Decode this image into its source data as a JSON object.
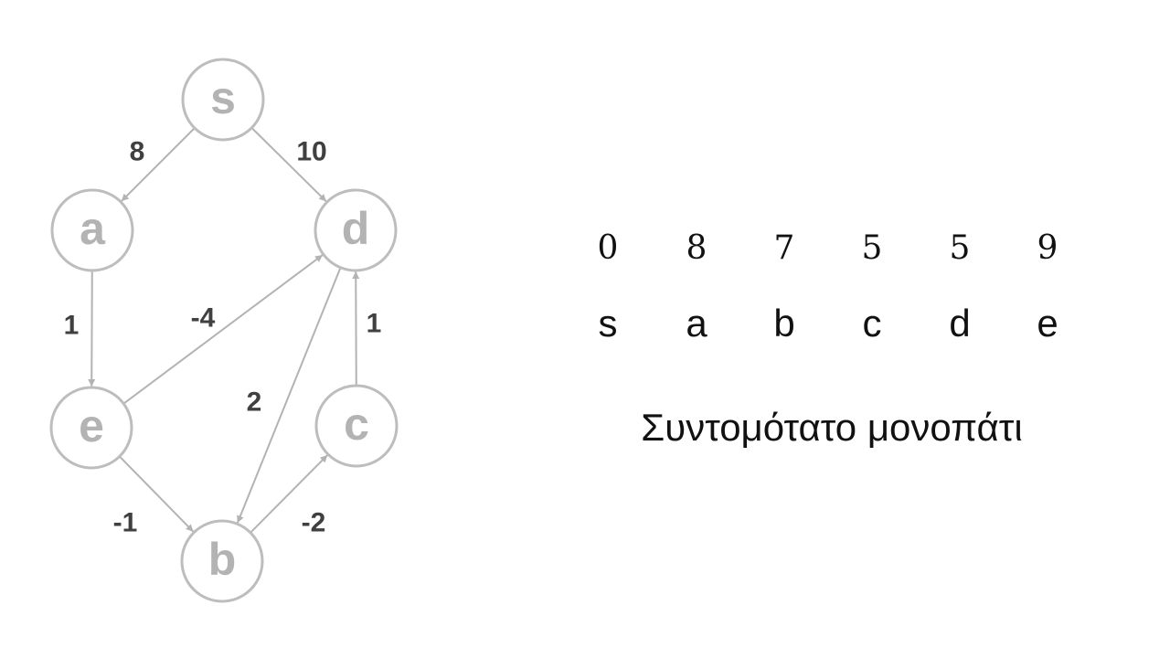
{
  "graph": {
    "nodes": [
      {
        "id": "s",
        "label": "s"
      },
      {
        "id": "a",
        "label": "a"
      },
      {
        "id": "d",
        "label": "d"
      },
      {
        "id": "e",
        "label": "e"
      },
      {
        "id": "c",
        "label": "c"
      },
      {
        "id": "b",
        "label": "b"
      }
    ],
    "edges": [
      {
        "from": "s",
        "to": "a",
        "weight": "8"
      },
      {
        "from": "s",
        "to": "d",
        "weight": "10"
      },
      {
        "from": "a",
        "to": "e",
        "weight": "1"
      },
      {
        "from": "e",
        "to": "d",
        "weight": "-4"
      },
      {
        "from": "d",
        "to": "b",
        "weight": "2"
      },
      {
        "from": "c",
        "to": "d",
        "weight": "1"
      },
      {
        "from": "e",
        "to": "b",
        "weight": "-1"
      },
      {
        "from": "b",
        "to": "c",
        "weight": "-2"
      }
    ],
    "colors": {
      "node_stroke": "#bdbdbd",
      "node_text": "#b3b3b3",
      "edge": "#b3b3b3",
      "weight_text": "#404040"
    }
  },
  "distances": {
    "nodes": [
      "s",
      "a",
      "b",
      "c",
      "d",
      "e"
    ],
    "values": [
      "0",
      "8",
      "7",
      "5",
      "5",
      "9"
    ]
  },
  "caption": "Συντομότατο μονοπάτι"
}
